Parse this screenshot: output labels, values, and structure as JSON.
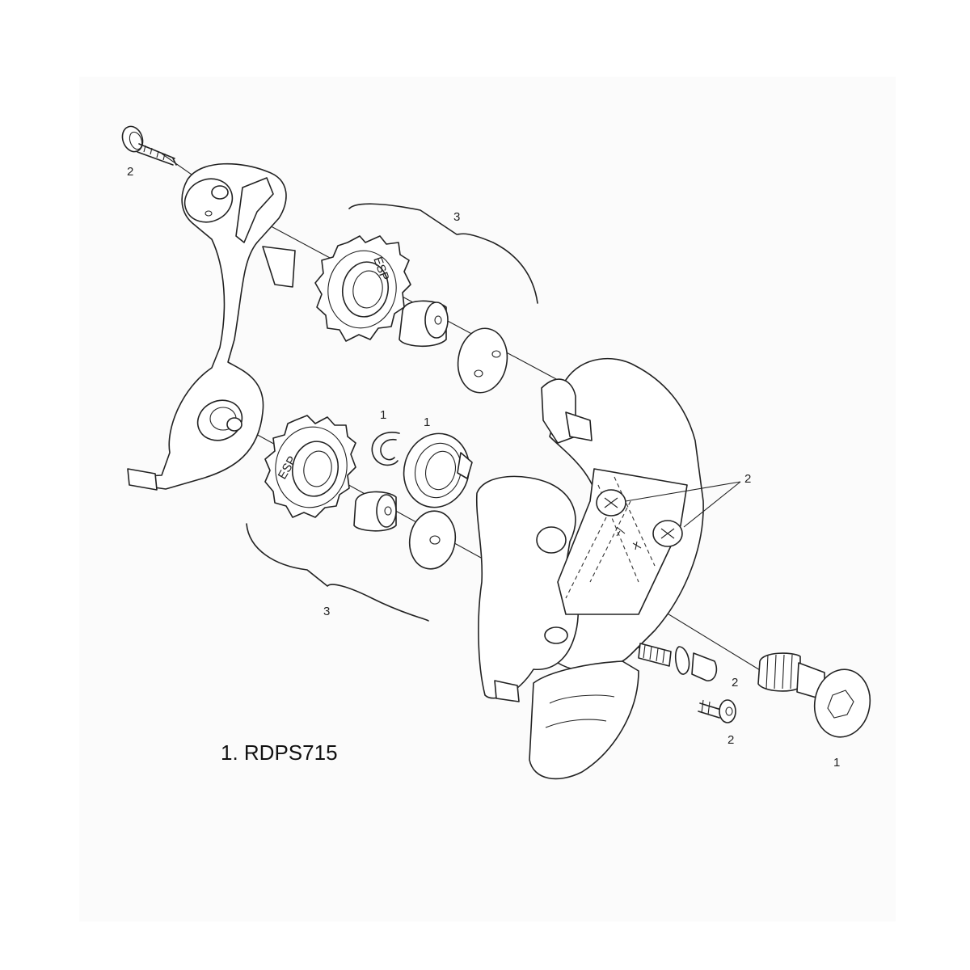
{
  "callouts": {
    "top_bolt": "2",
    "upper_pulley_kit": "3",
    "retaining_ring": "1",
    "spring": "1",
    "cage_screws": "2",
    "limit_screw": "2",
    "mount_bolt": "1",
    "small_bolt": "2",
    "lower_pulley_kit": "3"
  },
  "caption": "1. RDPS715",
  "pulley_markings": {
    "upper": "ESP",
    "lower": "ESP"
  }
}
